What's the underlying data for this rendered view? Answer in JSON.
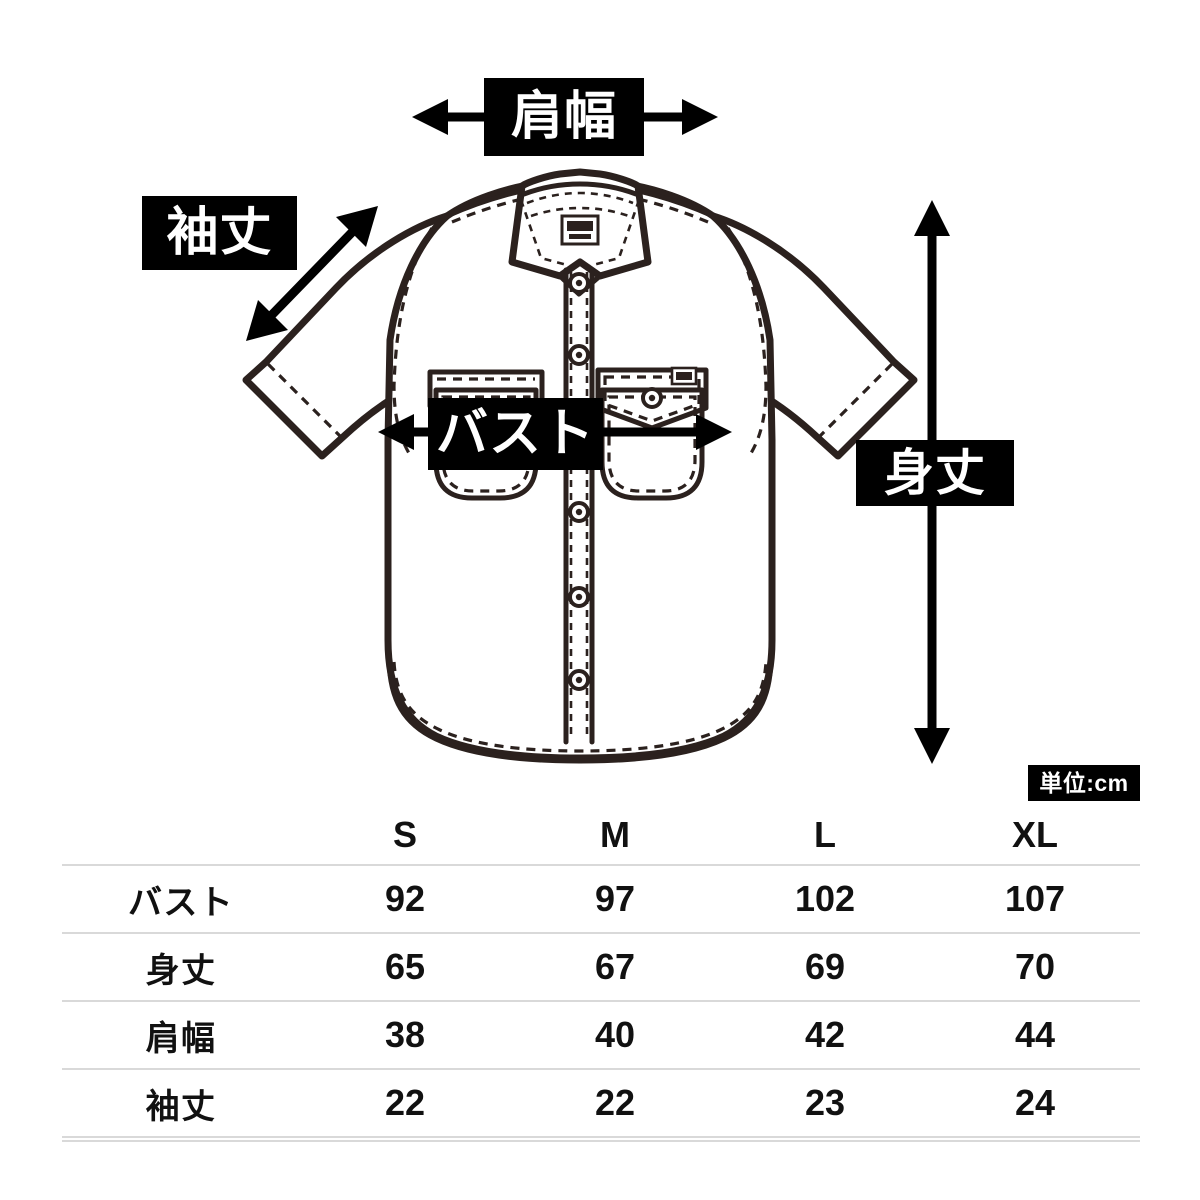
{
  "diagram": {
    "title_alt": "半袖シャツ サイズ図",
    "labels": {
      "shoulder": "肩幅",
      "sleeve": "袖丈",
      "bust": "バスト",
      "body_length": "身丈"
    },
    "unit_badge": "単位:cm",
    "garment": "short-sleeve-button-shirt",
    "colors": {
      "ink": "#2b211e",
      "arrow": "#000000",
      "chip_bg": "#000000",
      "chip_text": "#ffffff",
      "rule": "#d9d9d9",
      "background": "#ffffff"
    }
  },
  "table": {
    "row_label_header": "",
    "size_headers": [
      "S",
      "M",
      "L",
      "XL"
    ],
    "rows": [
      {
        "label": "バスト",
        "values": [
          "92",
          "97",
          "102",
          "107"
        ]
      },
      {
        "label": "身丈",
        "values": [
          "65",
          "67",
          "69",
          "70"
        ]
      },
      {
        "label": "肩幅",
        "values": [
          "38",
          "40",
          "42",
          "44"
        ]
      },
      {
        "label": "袖丈",
        "values": [
          "22",
          "22",
          "23",
          "24"
        ]
      }
    ]
  },
  "chart_data": {
    "type": "table",
    "title": "サイズ表",
    "unit": "cm",
    "categories": [
      "S",
      "M",
      "L",
      "XL"
    ],
    "series": [
      {
        "name": "バスト",
        "values": [
          92,
          97,
          102,
          107
        ]
      },
      {
        "name": "身丈",
        "values": [
          65,
          67,
          69,
          70
        ]
      },
      {
        "name": "肩幅",
        "values": [
          38,
          40,
          42,
          44
        ]
      },
      {
        "name": "袖丈",
        "values": [
          22,
          22,
          23,
          24
        ]
      }
    ]
  }
}
